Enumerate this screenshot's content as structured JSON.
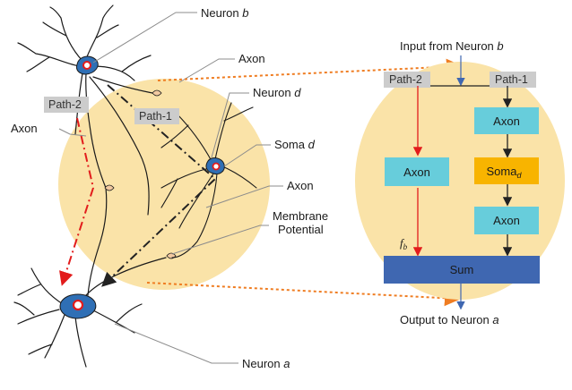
{
  "left_labels": {
    "neuron_b_prefix": "Neuron ",
    "neuron_b_letter": "b",
    "axon_top": "Axon",
    "neuron_d_prefix": "Neuron ",
    "neuron_d_letter": "d",
    "path2": "Path-2",
    "path1": "Path-1",
    "axon_left": "Axon",
    "soma_d_prefix": "Soma ",
    "soma_d_letter": "d",
    "axon_right": "Axon",
    "membrane_line1": "Membrane",
    "membrane_line2": "Potential",
    "neuron_a_prefix": "Neuron ",
    "neuron_a_letter": "a"
  },
  "right_diagram": {
    "input_prefix": "Input from Neuron ",
    "input_letter": "b",
    "path2": "Path-2",
    "path1": "Path-1",
    "axon_top": "Axon",
    "axon_mid": "Axon",
    "soma": "Soma",
    "soma_sub": "d",
    "axon_low": "Axon",
    "f_label": "f",
    "f_sub": "b",
    "sum": "Sum",
    "output_prefix": "Output to Neuron ",
    "output_letter": "a"
  },
  "colors": {
    "circle_fill": "#fae3a8",
    "tag_fill": "#cccccc",
    "axon_box": "#67cddb",
    "soma_box": "#f8b400",
    "sum_box": "#3f67b1",
    "path2_line": "#e21c1c",
    "orange_dash": "#ef7d22",
    "nucleus": "#2f6fb5"
  }
}
